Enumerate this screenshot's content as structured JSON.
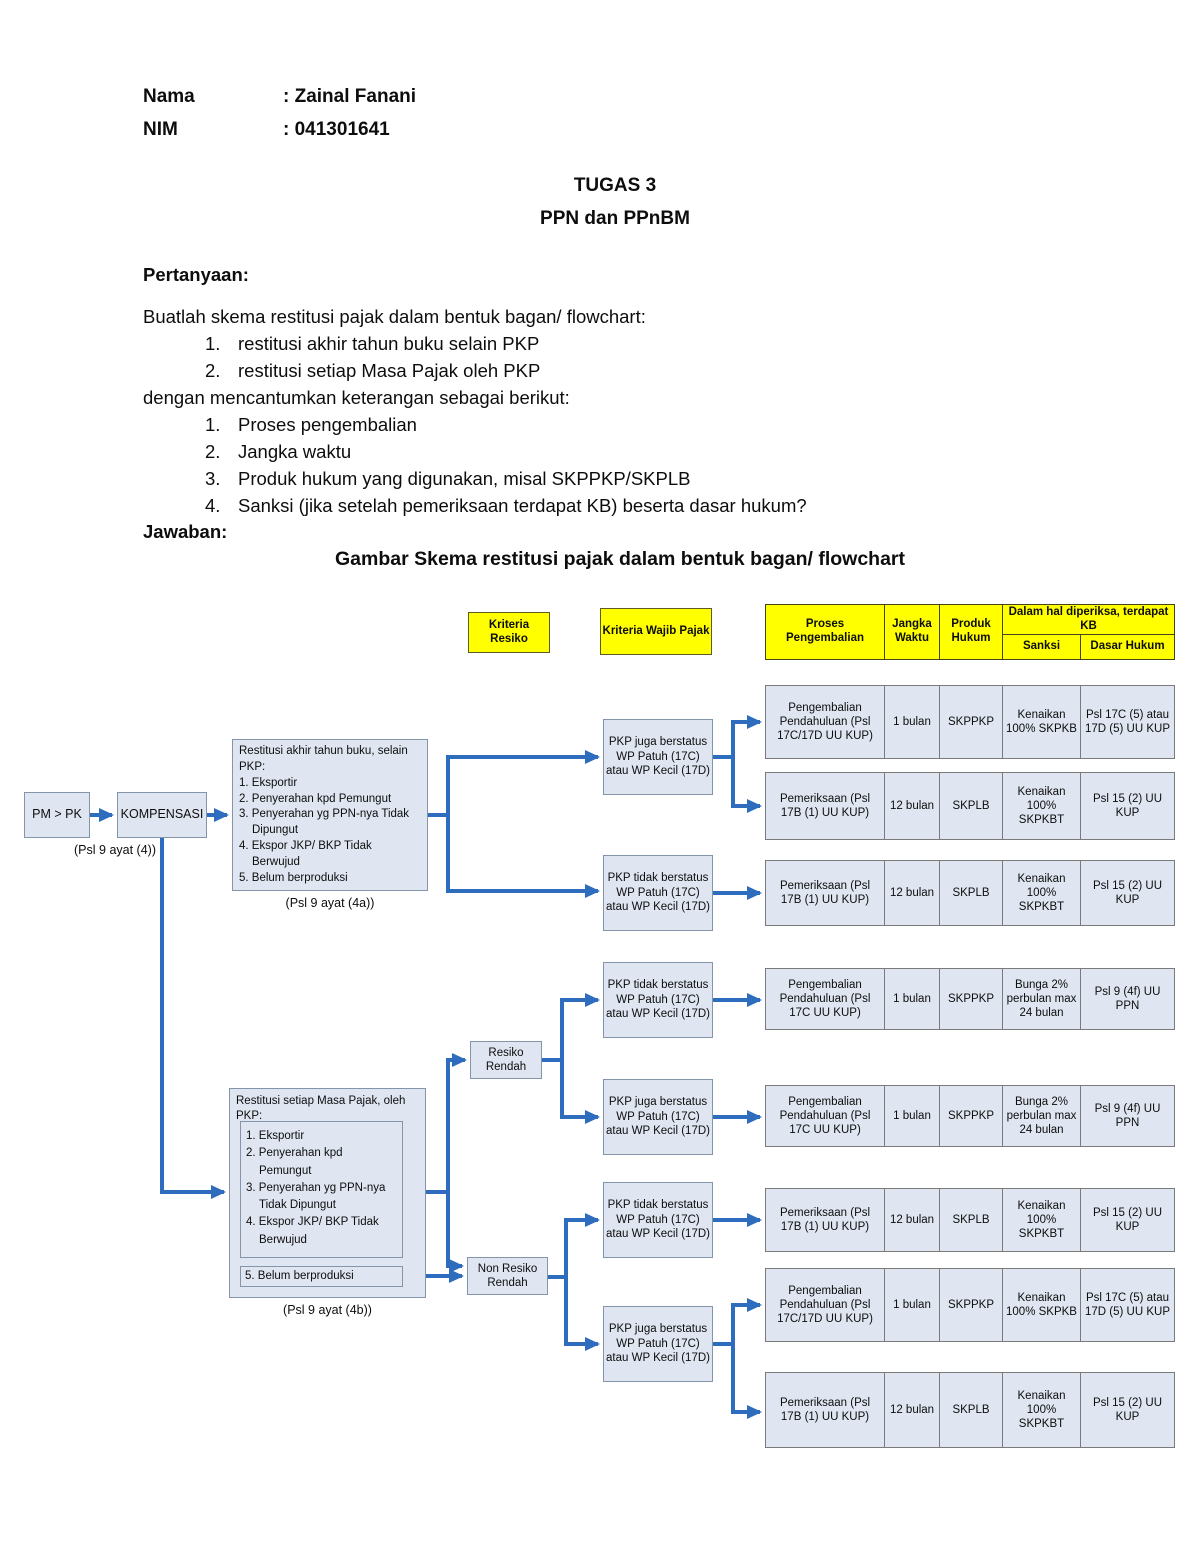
{
  "doc": {
    "name_label": "Nama",
    "name_value": ": Zainal Fanani",
    "nim_label": "NIM",
    "nim_value": ": 041301641",
    "title1": "TUGAS 3",
    "title2": "PPN dan PPnBM",
    "pertanyaan_label": "Pertanyaan:",
    "intro": "Buatlah skema restitusi pajak dalam bentuk bagan/ flowchart:",
    "q_items": [
      {
        "num": "1.",
        "text": "restitusi akhir tahun buku selain PKP"
      },
      {
        "num": "2.",
        "text": "restitusi setiap Masa Pajak oleh PKP"
      }
    ],
    "middle": "dengan mencantumkan keterangan sebagai berikut:",
    "k_items": [
      {
        "num": "1.",
        "text": "Proses pengembalian"
      },
      {
        "num": "2.",
        "text": "Jangka waktu"
      },
      {
        "num": "3.",
        "text": "Produk hukum yang digunakan, misal SKPPKP/SKPLB"
      },
      {
        "num": "4.",
        "text": "Sanksi (jika setelah pemeriksaan terdapat KB) beserta dasar hukum?"
      }
    ],
    "jawaban_label": "Jawaban:",
    "figure_title": "Gambar Skema restitusi pajak dalam bentuk bagan/ flowchart"
  },
  "flowchart": {
    "headers": {
      "kriteria_resiko": "Kriteria Resiko",
      "kriteria_wajib_pajak": "Kriteria Wajib Pajak",
      "proses_pengembalian": "Proses Pengembalian",
      "jangka_waktu": "Jangka Waktu",
      "produk_hukum": "Produk Hukum",
      "kb_group": "Dalam hal diperiksa, terdapat KB",
      "sanksi": "Sanksi",
      "dasar_hukum": "Dasar Hukum"
    },
    "start": {
      "pm_pk": "PM > PK",
      "kompensasi": "KOMPENSASI",
      "psl4": "(Psl 9 ayat (4))"
    },
    "section_a": {
      "title": "Restitusi akhir tahun buku, selain PKP:",
      "items": [
        "1. Eksportir",
        "2. Penyerahan kpd Pemungut",
        "3. Penyerahan yg PPN-nya Tidak Dipungut",
        "4. Ekspor JKP/ BKP Tidak Berwujud",
        "5. Belum berproduksi"
      ],
      "caption": "(Psl 9 ayat (4a))"
    },
    "section_b": {
      "title": "Restitusi setiap Masa Pajak, oleh PKP:",
      "items": [
        "1. Eksportir",
        "2. Penyerahan kpd Pemungut",
        "3. Penyerahan yg PPN-nya Tidak Dipungut",
        "4. Ekspor JKP/ BKP Tidak Berwujud"
      ],
      "item5": "5. Belum berproduksi",
      "caption": "(Psl 9 ayat (4b))"
    },
    "risk": {
      "rendah": "Resiko Rendah",
      "non_rendah": "Non Resiko Rendah"
    },
    "criteria_boxes": [
      {
        "label": "PKP juga berstatus WP Patuh (17C) atau WP Kecil (17D)"
      },
      {
        "label": "PKP tidak berstatus WP Patuh (17C) atau WP Kecil (17D)"
      },
      {
        "label": "PKP tidak berstatus WP Patuh (17C) atau WP Kecil (17D)"
      },
      {
        "label": "PKP juga berstatus WP Patuh (17C) atau WP Kecil (17D)"
      },
      {
        "label": "PKP tidak berstatus WP Patuh (17C) atau WP Kecil (17D)"
      },
      {
        "label": "PKP juga berstatus WP Patuh (17C) atau WP Kecil (17D)"
      }
    ],
    "rows": [
      {
        "proses": "Pengembalian Pendahuluan (Psl 17C/17D UU KUP)",
        "jangka": "1 bulan",
        "produk": "SKPPKP",
        "sanksi": "Kenaikan 100% SKPKB",
        "dasar": "Psl 17C (5) atau 17D (5) UU KUP"
      },
      {
        "proses": "Pemeriksaan (Psl 17B (1) UU KUP)",
        "jangka": "12 bulan",
        "produk": "SKPLB",
        "sanksi": "Kenaikan 100% SKPKBT",
        "dasar": "Psl 15 (2) UU KUP"
      },
      {
        "proses": "Pemeriksaan (Psl 17B (1) UU KUP)",
        "jangka": "12 bulan",
        "produk": "SKPLB",
        "sanksi": "Kenaikan 100% SKPKBT",
        "dasar": "Psl 15 (2) UU KUP"
      },
      {
        "proses": "Pengembalian Pendahuluan (Psl 17C UU KUP)",
        "jangka": "1 bulan",
        "produk": "SKPPKP",
        "sanksi": "Bunga 2% perbulan max 24 bulan",
        "dasar": "Psl 9 (4f) UU PPN"
      },
      {
        "proses": "Pengembalian Pendahuluan (Psl 17C UU KUP)",
        "jangka": "1 bulan",
        "produk": "SKPPKP",
        "sanksi": "Bunga 2% perbulan max 24 bulan",
        "dasar": "Psl 9 (4f) UU PPN"
      },
      {
        "proses": "Pemeriksaan (Psl 17B (1) UU KUP)",
        "jangka": "12 bulan",
        "produk": "SKPLB",
        "sanksi": "Kenaikan 100% SKPKBT",
        "dasar": "Psl 15 (2) UU KUP"
      },
      {
        "proses": "Pengembalian Pendahuluan (Psl 17C/17D UU KUP)",
        "jangka": "1 bulan",
        "produk": "SKPPKP",
        "sanksi": "Kenaikan 100% SKPKB",
        "dasar": "Psl 17C (5) atau 17D (5) UU KUP"
      },
      {
        "proses": "Pemeriksaan (Psl 17B (1) UU KUP)",
        "jangka": "12 bulan",
        "produk": "SKPLB",
        "sanksi": "Kenaikan 100% SKPKBT",
        "dasar": "Psl 15 (2) UU KUP"
      }
    ],
    "colors": {
      "arrow_blue": "#2e6cbd",
      "box_fill": "#dfe6f1",
      "box_border": "#8494a9",
      "highlight_yellow": "#ffff00"
    }
  }
}
